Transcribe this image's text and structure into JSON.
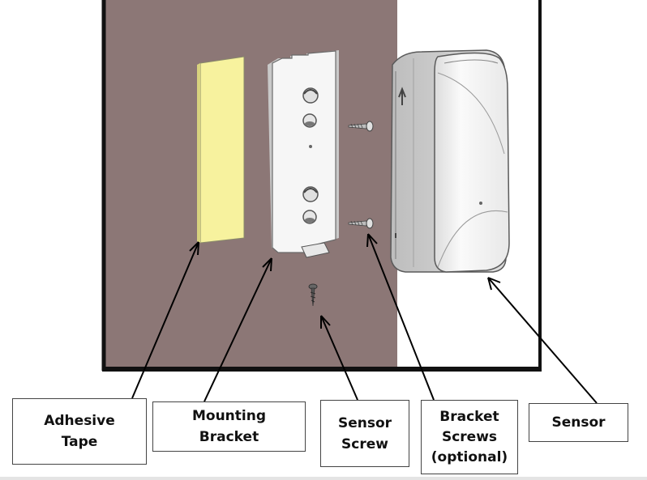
{
  "colors": {
    "wall": "#8c7776",
    "tape": "#f7f29e",
    "frame": "#111111",
    "part": "#f4f4f4",
    "outline": "#555555"
  },
  "callouts": {
    "adhesive_tape": "Adhesive\nTape",
    "mounting_bracket": "Mounting\nBracket",
    "sensor_screw": "Sensor\nScrew",
    "bracket_screws": "Bracket\nScrews\n(optional)",
    "sensor": "Sensor"
  },
  "icons": {
    "sensor_arrow": "up-arrow-icon"
  }
}
